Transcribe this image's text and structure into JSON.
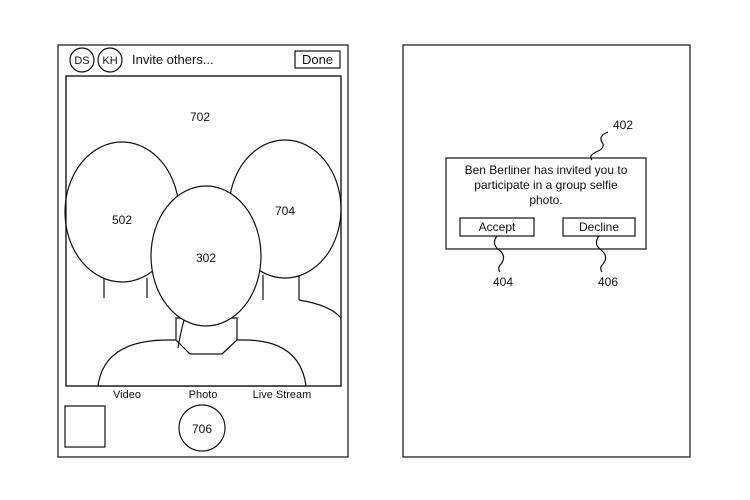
{
  "left_phone": {
    "avatars": [
      "DS",
      "KH"
    ],
    "invite_text": "Invite others...",
    "done_label": "Done",
    "reference_preview": "702",
    "reference_face_left": "502",
    "reference_face_center": "302",
    "reference_face_right": "704",
    "modes": [
      "Video",
      "Photo",
      "Live Stream"
    ],
    "shutter_label": "706"
  },
  "right_phone": {
    "reference_dialog": "402",
    "message_lines": [
      "Ben Berliner has invited you to",
      "participate in a group selfie",
      "photo."
    ],
    "accept_label": "Accept",
    "decline_label": "Decline",
    "reference_accept": "404",
    "reference_decline": "406"
  }
}
